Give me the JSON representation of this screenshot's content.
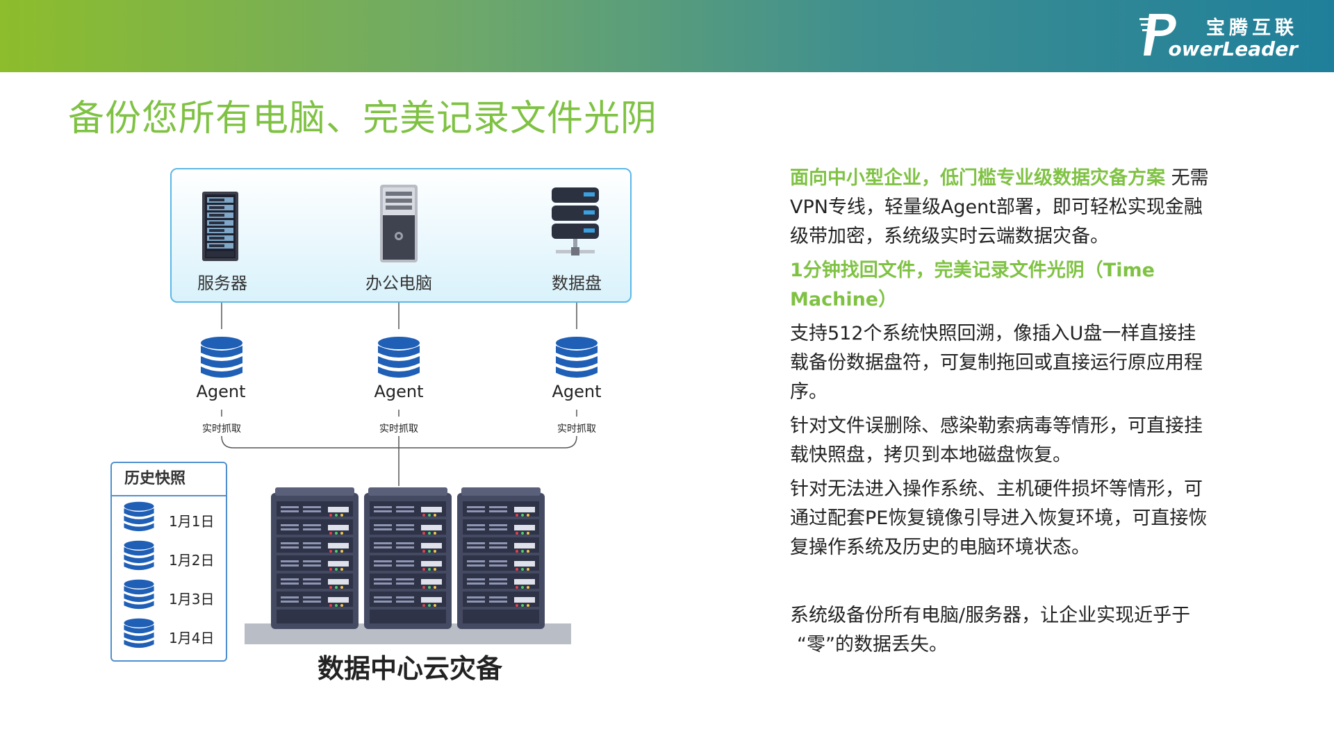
{
  "header": {
    "logo_cn": "宝腾互联",
    "logo_en": "owerLeader",
    "gradient": [
      "#8dbd2c",
      "#1f7f9a"
    ]
  },
  "title": "备份您所有电脑、完美记录文件光阴",
  "sources": {
    "items": [
      {
        "label": "服务器",
        "icon": "server-rack-icon"
      },
      {
        "label": "办公电脑",
        "icon": "desktop-tower-icon"
      },
      {
        "label": "数据盘",
        "icon": "storage-disk-icon"
      }
    ]
  },
  "agents": {
    "label": "Agent",
    "capture_label": "实时抓取",
    "icon": "database-icon"
  },
  "history": {
    "title": "历史快照",
    "snapshots": [
      "1月1日",
      "1月2日",
      "1月3日",
      "1月4日"
    ]
  },
  "datacenter": {
    "label": "数据中心云灾备",
    "icon": "server-cluster-icon"
  },
  "colors": {
    "accent_green": "#7fc243",
    "db_blue": "#1f5fb5",
    "box_border": "#5bb8e6"
  },
  "description": {
    "p1_highlight": "面向中小型企业，低门槛专业级数据灾备方案",
    "p1_text1": " 无需",
    "p1_text2": "VPN专线，轻量级Agent部署，即可轻松实现金融",
    "p1_text3": "级带加密，系统级实时云端数据灾备。",
    "p2_line1": "1分钟找回文件，完美记录文件光阴（Time",
    "p2_line2": "Machine）",
    "p3_line1": "支持512个系统快照回溯，像插入U盘一样直接挂",
    "p3_line2": "载备份数据盘符，可复制拖回或直接运行原应用程",
    "p3_line3": "序。",
    "p4_line1": "针对文件误删除、感染勒索病毒等情形，可直接挂",
    "p4_line2": "载快照盘，拷贝到本地磁盘恢复。",
    "p5_line1": "针对无法进入操作系统、主机硬件损坏等情形，可",
    "p5_line2": "通过配套PE恢复镜像引导进入恢复环境，可直接恢",
    "p5_line3": "复操作系统及历史的电脑环境状态。",
    "p6_line1": "系统级备份所有电脑/服务器，让企业实现近乎于",
    "p6_line2": "“零”的数据丢失。"
  }
}
